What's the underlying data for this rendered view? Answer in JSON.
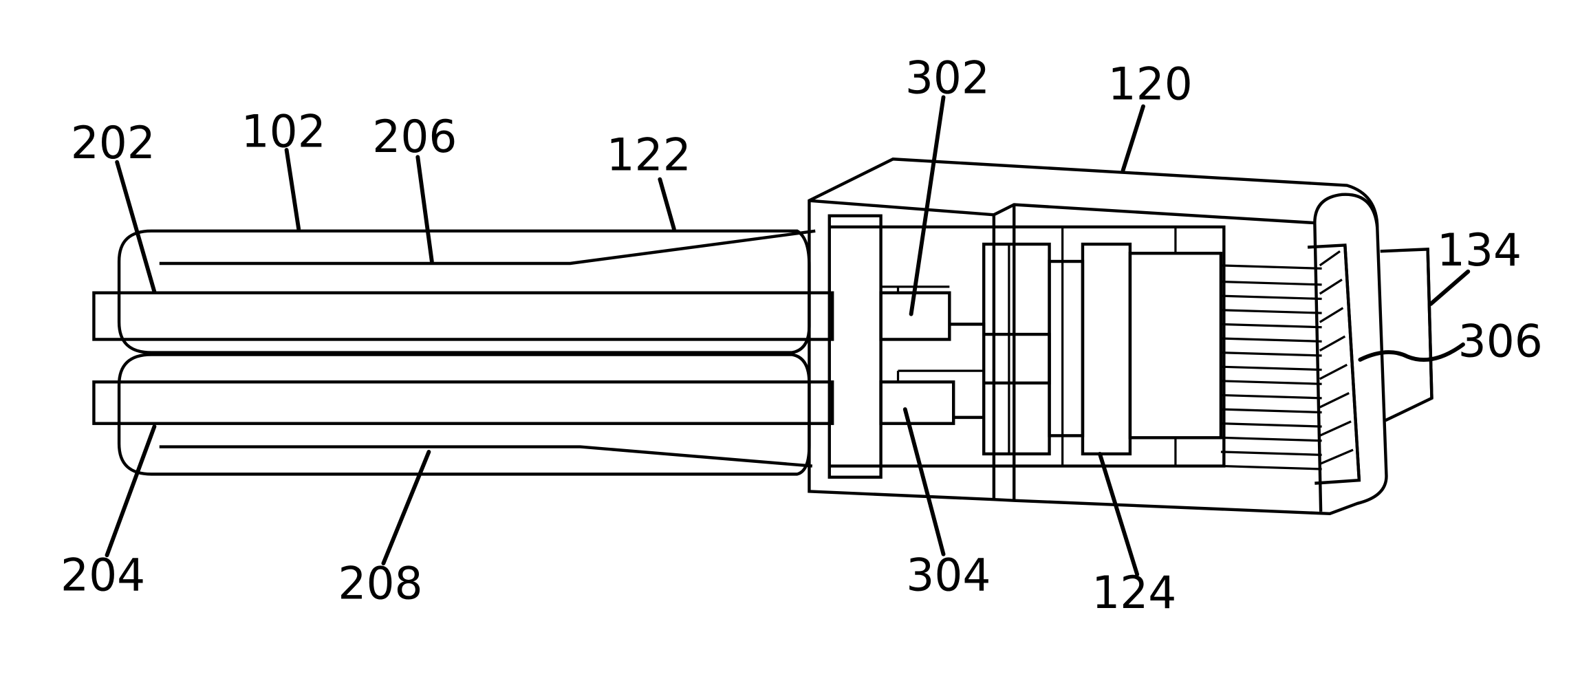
{
  "figure": {
    "labels": {
      "l202": "202",
      "l102": "102",
      "l206": "206",
      "l122": "122",
      "l302": "302",
      "l120": "120",
      "l134": "134",
      "l306": "306",
      "l204": "204",
      "l208": "208",
      "l304": "304",
      "l124": "124"
    },
    "colors": {
      "line": "#000000",
      "background": "#ffffff"
    }
  }
}
